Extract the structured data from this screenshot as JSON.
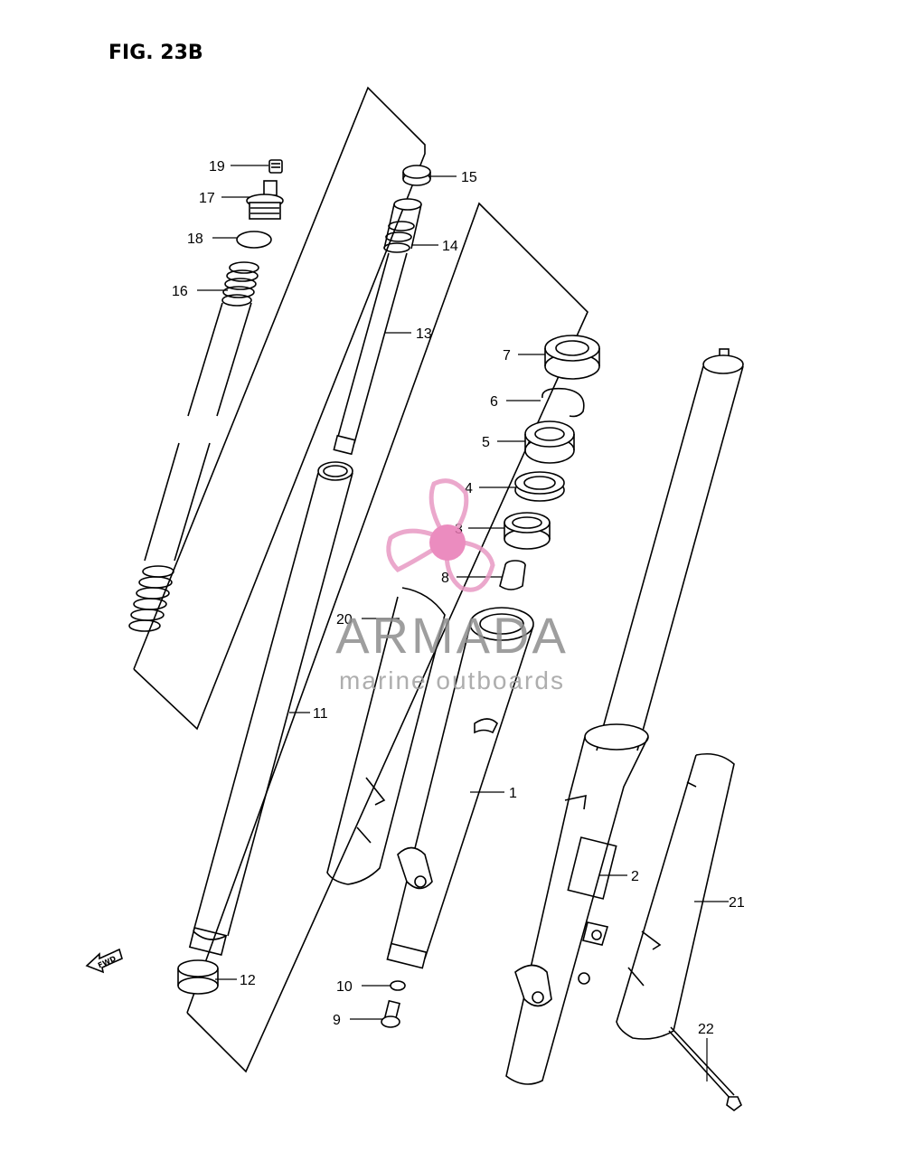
{
  "figure": {
    "title": "FIG. 23B"
  },
  "fwd_label": "FWD",
  "watermark": {
    "brand": "ARMADA",
    "tagline": "marine outboards",
    "colors": {
      "propeller": "#e89ac4",
      "hub": "#e879b4",
      "text": "#8e8e8e"
    }
  },
  "callouts": [
    "1",
    "2",
    "3",
    "4",
    "5",
    "6",
    "7",
    "8",
    "9",
    "10",
    "11",
    "12",
    "13",
    "14",
    "15",
    "16",
    "17",
    "18",
    "19",
    "20",
    "21",
    "22"
  ]
}
